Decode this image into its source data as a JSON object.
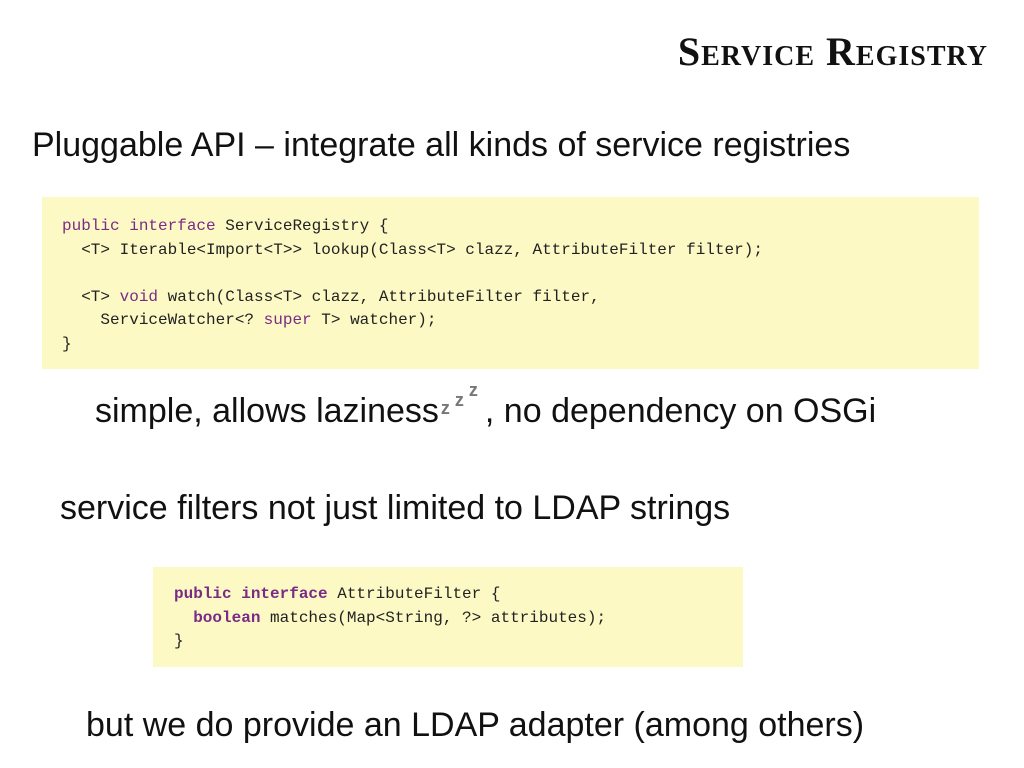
{
  "slide": {
    "title": "Service Registry",
    "bullet1": "Pluggable API – integrate all kinds of service registries",
    "bullet2_pre": "simple, allows laziness",
    "bullet2_zzz": [
      "z",
      "z",
      "z"
    ],
    "bullet2_post": ", no dependency on OSGi",
    "bullet3": "service filters not just limited to LDAP strings",
    "bullet4": "but we do provide an LDAP adapter (among others)"
  },
  "code1": {
    "l1_kw": "public interface",
    "l1_rest": " ServiceRegistry {",
    "l2": "  <T> Iterable<Import<T>> lookup(Class<T> clazz, AttributeFilter filter);",
    "l3": "",
    "l4_pre": "  <T> ",
    "l4_kw": "void",
    "l4_rest": " watch(Class<T> clazz, AttributeFilter filter,",
    "l5_pre": "    ServiceWatcher<? ",
    "l5_kw": "super",
    "l5_rest": " T> watcher);",
    "l6": "}"
  },
  "code2": {
    "l1_kw": "public interface",
    "l1_rest": " AttributeFilter {",
    "l2_pre": "  ",
    "l2_kw": "boolean",
    "l2_rest": " matches(Map<String, ?> attributes);",
    "l3": "}"
  }
}
